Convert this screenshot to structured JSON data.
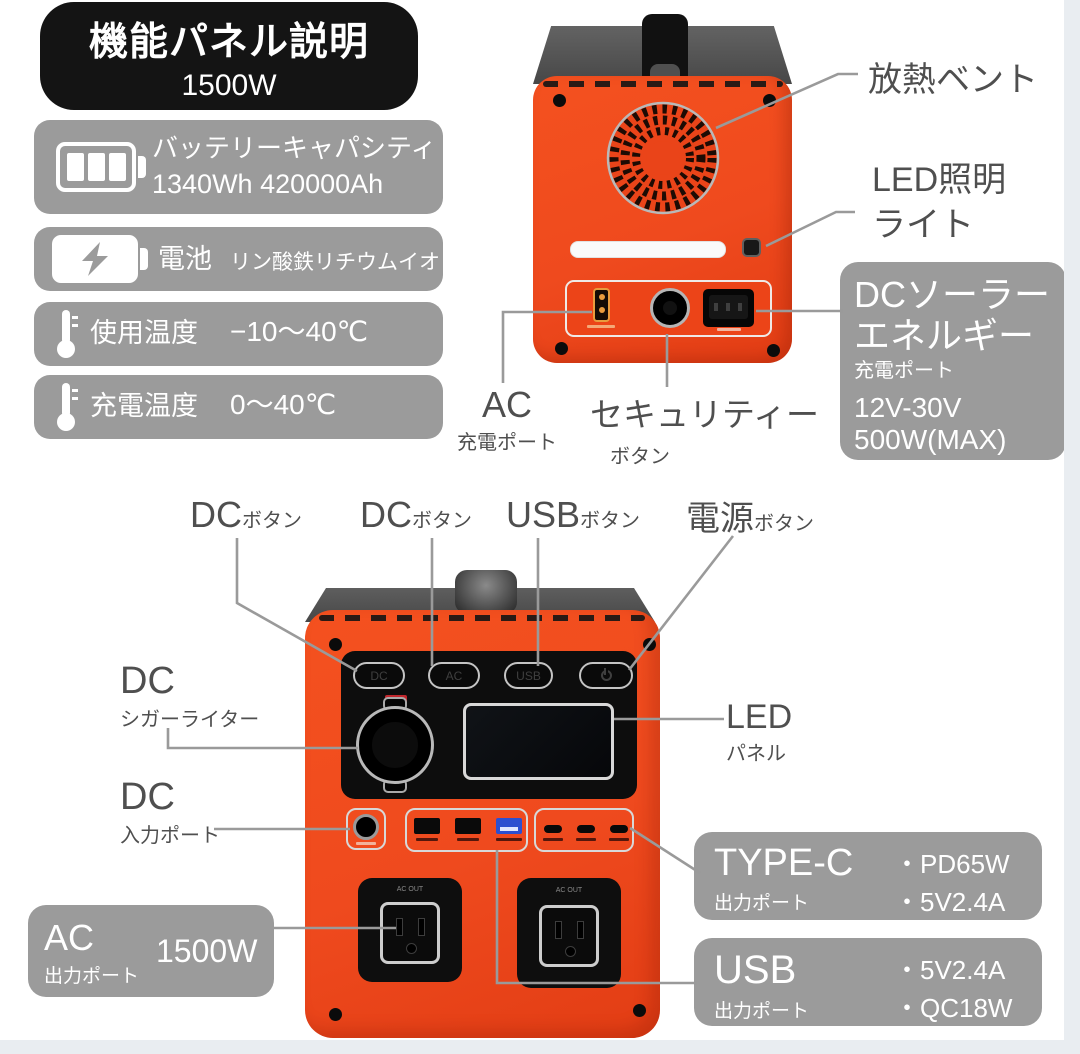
{
  "colors": {
    "body_orange": "#ef4a1e",
    "callout_box_gray": "#9b9b9b",
    "panel_black": "#0d0d0d",
    "usb3_blue": "#2c4fd0",
    "leader_line_gray": "#9a9a9a",
    "label_text_gray": "#4f4f4f"
  },
  "title": {
    "line1": "機能パネル説明",
    "line2": "1500W"
  },
  "specs": {
    "battery_capacity": {
      "icon": "battery-icon",
      "line1": "バッテリーキャパシティ",
      "line2": "1340Wh 420000Ah"
    },
    "battery_type": {
      "icon": "battery-bolt-icon",
      "label": "電池",
      "value": "リン酸鉄リチウムイオン"
    },
    "operating_temp": {
      "icon": "thermometer-icon",
      "label": "使用温度",
      "value": "−10〜40℃"
    },
    "charging_temp": {
      "icon": "thermometer-icon",
      "label": "充電温度",
      "value": "0〜40℃"
    }
  },
  "top_view": {
    "vent_label": "放熱ベント",
    "led_light_label_1": "LED照明",
    "led_light_label_2": "ライト",
    "solar_box": {
      "title_line1": "DCソーラー",
      "title_line2": "エネルギー",
      "subtitle": "充電ポート",
      "value1": "12V-30V",
      "value2": "500W(MAX)"
    },
    "ac_charge": {
      "big": "AC",
      "small": "充電ポート"
    },
    "security": {
      "big": "セキュリティー",
      "small": "ボタン"
    }
  },
  "front_view": {
    "buttons": {
      "dc": "DC",
      "ac": "AC",
      "usb": "USB",
      "power_icon": "power-symbol"
    },
    "dc_button1": {
      "big": "DC",
      "small": "ボタン"
    },
    "dc_button2": {
      "big": "DC",
      "small": "ボタン"
    },
    "usb_button": {
      "big": "USB",
      "small": "ボタン"
    },
    "power_button": {
      "big": "電源",
      "small": "ボタン"
    },
    "cigarette": {
      "big": "DC",
      "small": "シガーライター"
    },
    "dc_input": {
      "big": "DC",
      "small": "入力ポート"
    },
    "led_panel": {
      "big": "LED",
      "small": "パネル"
    },
    "ac_output": {
      "big": "AC",
      "small": "出力ポート",
      "value": "1500W"
    },
    "type_c_output": {
      "big": "TYPE-C",
      "small": "出力ポート",
      "item1": "・PD65W",
      "item2": "・5V2.4A"
    },
    "usb_output": {
      "big": "USB",
      "small": "出力ポート",
      "item1": "・5V2.4A",
      "item2": "・QC18W"
    },
    "ac_out_label": "AC OUT"
  }
}
